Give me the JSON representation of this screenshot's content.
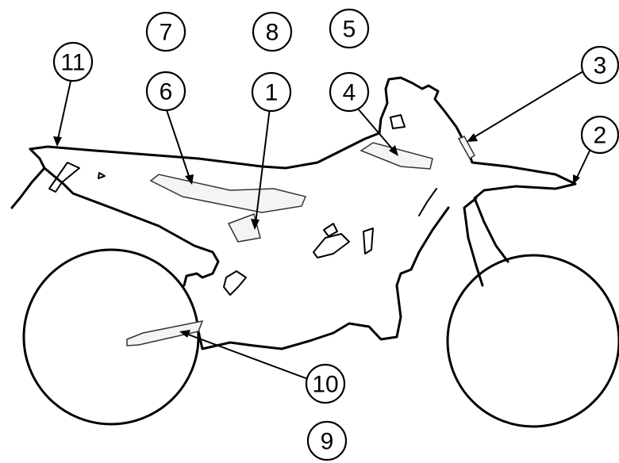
{
  "callouts": [
    {
      "id": "7",
      "label": "7"
    },
    {
      "id": "8",
      "label": "8"
    },
    {
      "id": "5",
      "label": "5"
    },
    {
      "id": "11",
      "label": "11"
    },
    {
      "id": "6",
      "label": "6"
    },
    {
      "id": "1",
      "label": "1"
    },
    {
      "id": "4",
      "label": "4"
    },
    {
      "id": "3",
      "label": "3"
    },
    {
      "id": "2",
      "label": "2"
    },
    {
      "id": "10",
      "label": "10"
    },
    {
      "id": "9",
      "label": "9"
    }
  ],
  "colors": {
    "line": "#000000",
    "decal_fill": "#f4f4f4",
    "background": "#ffffff"
  }
}
